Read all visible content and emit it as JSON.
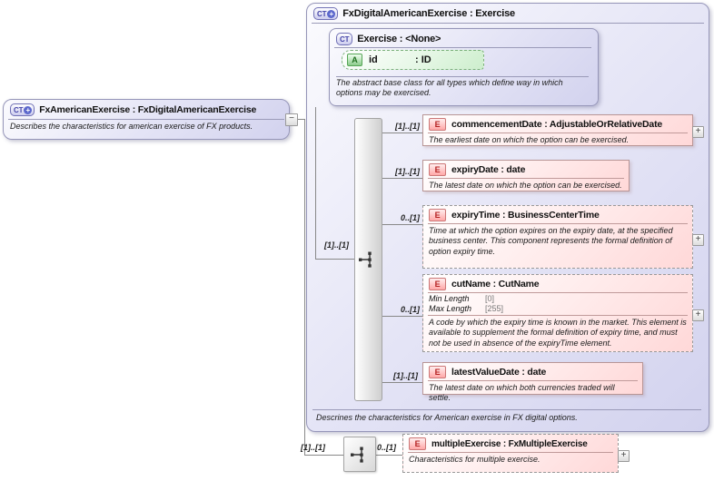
{
  "icons": {
    "complex_type": "CT",
    "plus_badge": "+",
    "attribute": "A",
    "element": "E",
    "collapse": "−",
    "expand": "+"
  },
  "colors": {
    "complex_type_accent": "#4343a8",
    "element_accent": "#b42222",
    "attribute_accent": "#1f701f",
    "lavender_fill": "#e7e7f7",
    "pink_fill": "#ffdcdc",
    "green_fill": "#e6f7e6",
    "connector_line": "#888888"
  },
  "left_box": {
    "title": "FxAmericanExercise : FxDigitalAmericanExercise",
    "description": "Describes the characteristics for american exercise of FX products."
  },
  "type_box": {
    "title": "FxDigitalAmericanExercise : Exercise",
    "base": {
      "title": "Exercise : <None>",
      "attribute": {
        "name": "id",
        "type": ": ID"
      },
      "description": "The abstract base class for all types which define way in which options may be exercised."
    },
    "sequence_cardinality": "[1]..[1]",
    "elements": [
      {
        "title": "commencementDate : AdjustableOrRelativeDate",
        "cardinality": "[1]..[1]",
        "description": "The earliest date on which the option can be exercised."
      },
      {
        "title": "expiryDate : date",
        "cardinality": "[1]..[1]",
        "description": "The latest date on which the option can be exercised."
      },
      {
        "title": "expiryTime : BusinessCenterTime",
        "cardinality": "0..[1]",
        "description": "Time at which the option expires on the expiry date, at the specified business center. This component represents the formal definition of option expiry time."
      },
      {
        "title": "cutName : CutName",
        "cardinality": "0..[1]",
        "facets": [
          {
            "name": "Min Length",
            "value": "[0]"
          },
          {
            "name": "Max Length",
            "value": "[255]"
          }
        ],
        "description": "A code by which the expiry time is known in the market. This element is available to supplement the formal definition of expiry time, and must not be used in absence of the expiryTime element."
      },
      {
        "title": "latestValueDate : date",
        "cardinality": "[1]..[1]",
        "description": "The latest date on which both currencies traded will settle."
      }
    ],
    "annotation": "Descrines the characteristics for American exercise in FX digital options."
  },
  "extension": {
    "sequence_cardinality": "[1]..[1]",
    "element": {
      "title": "multipleExercise : FxMultipleExercise",
      "cardinality": "0..[1]",
      "description": "Characteristics for multiple exercise."
    }
  }
}
